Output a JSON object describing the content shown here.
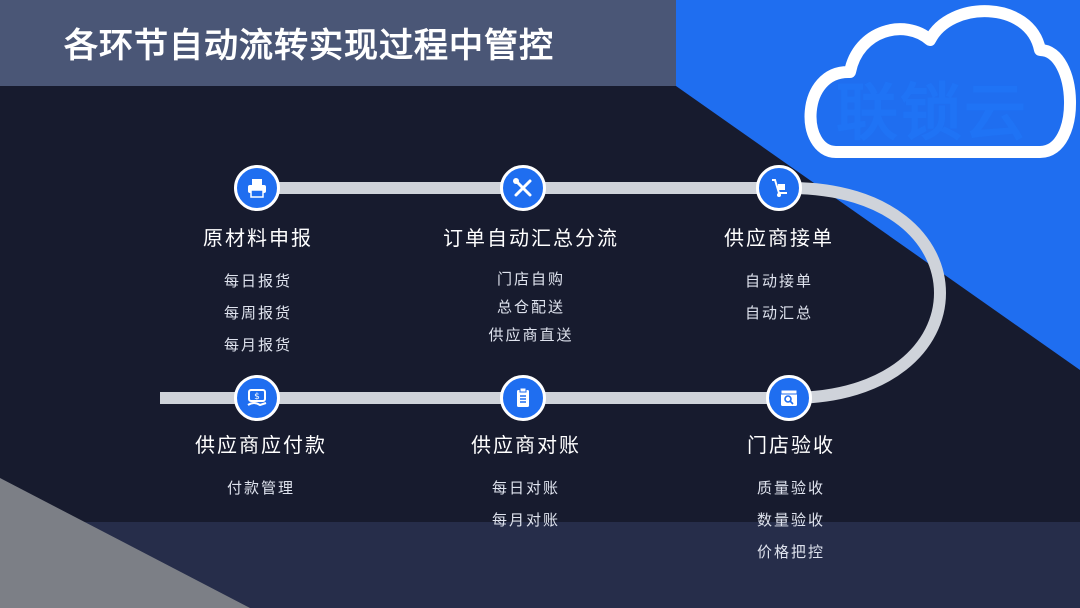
{
  "header": {
    "title": "各环节自动流转实现过程中管控"
  },
  "logo": {
    "text": "联锁云"
  },
  "colors": {
    "accent": "#1f6ef0",
    "background": "#171b2e",
    "title_bar": "#4a5676",
    "track": "#cfd3da"
  },
  "steps": [
    {
      "title": "原材料申报",
      "icon": "printer-icon",
      "items": [
        "每日报货",
        "每周报货",
        "每月报货"
      ]
    },
    {
      "title": "订单自动汇总分流",
      "icon": "tools-icon",
      "items": [
        "门店自购",
        "总仓配送",
        "供应商直送"
      ]
    },
    {
      "title": "供应商接单",
      "icon": "hand-truck-icon",
      "items": [
        "自动接单",
        "自动汇总"
      ]
    },
    {
      "title": "供应商应付款",
      "icon": "payment-icon",
      "items": [
        "付款管理"
      ]
    },
    {
      "title": "供应商对账",
      "icon": "clipboard-icon",
      "items": [
        "每日对账",
        "每月对账"
      ]
    },
    {
      "title": "门店验收",
      "icon": "inspect-icon",
      "items": [
        "质量验收",
        "数量验收",
        "价格把控"
      ]
    }
  ]
}
